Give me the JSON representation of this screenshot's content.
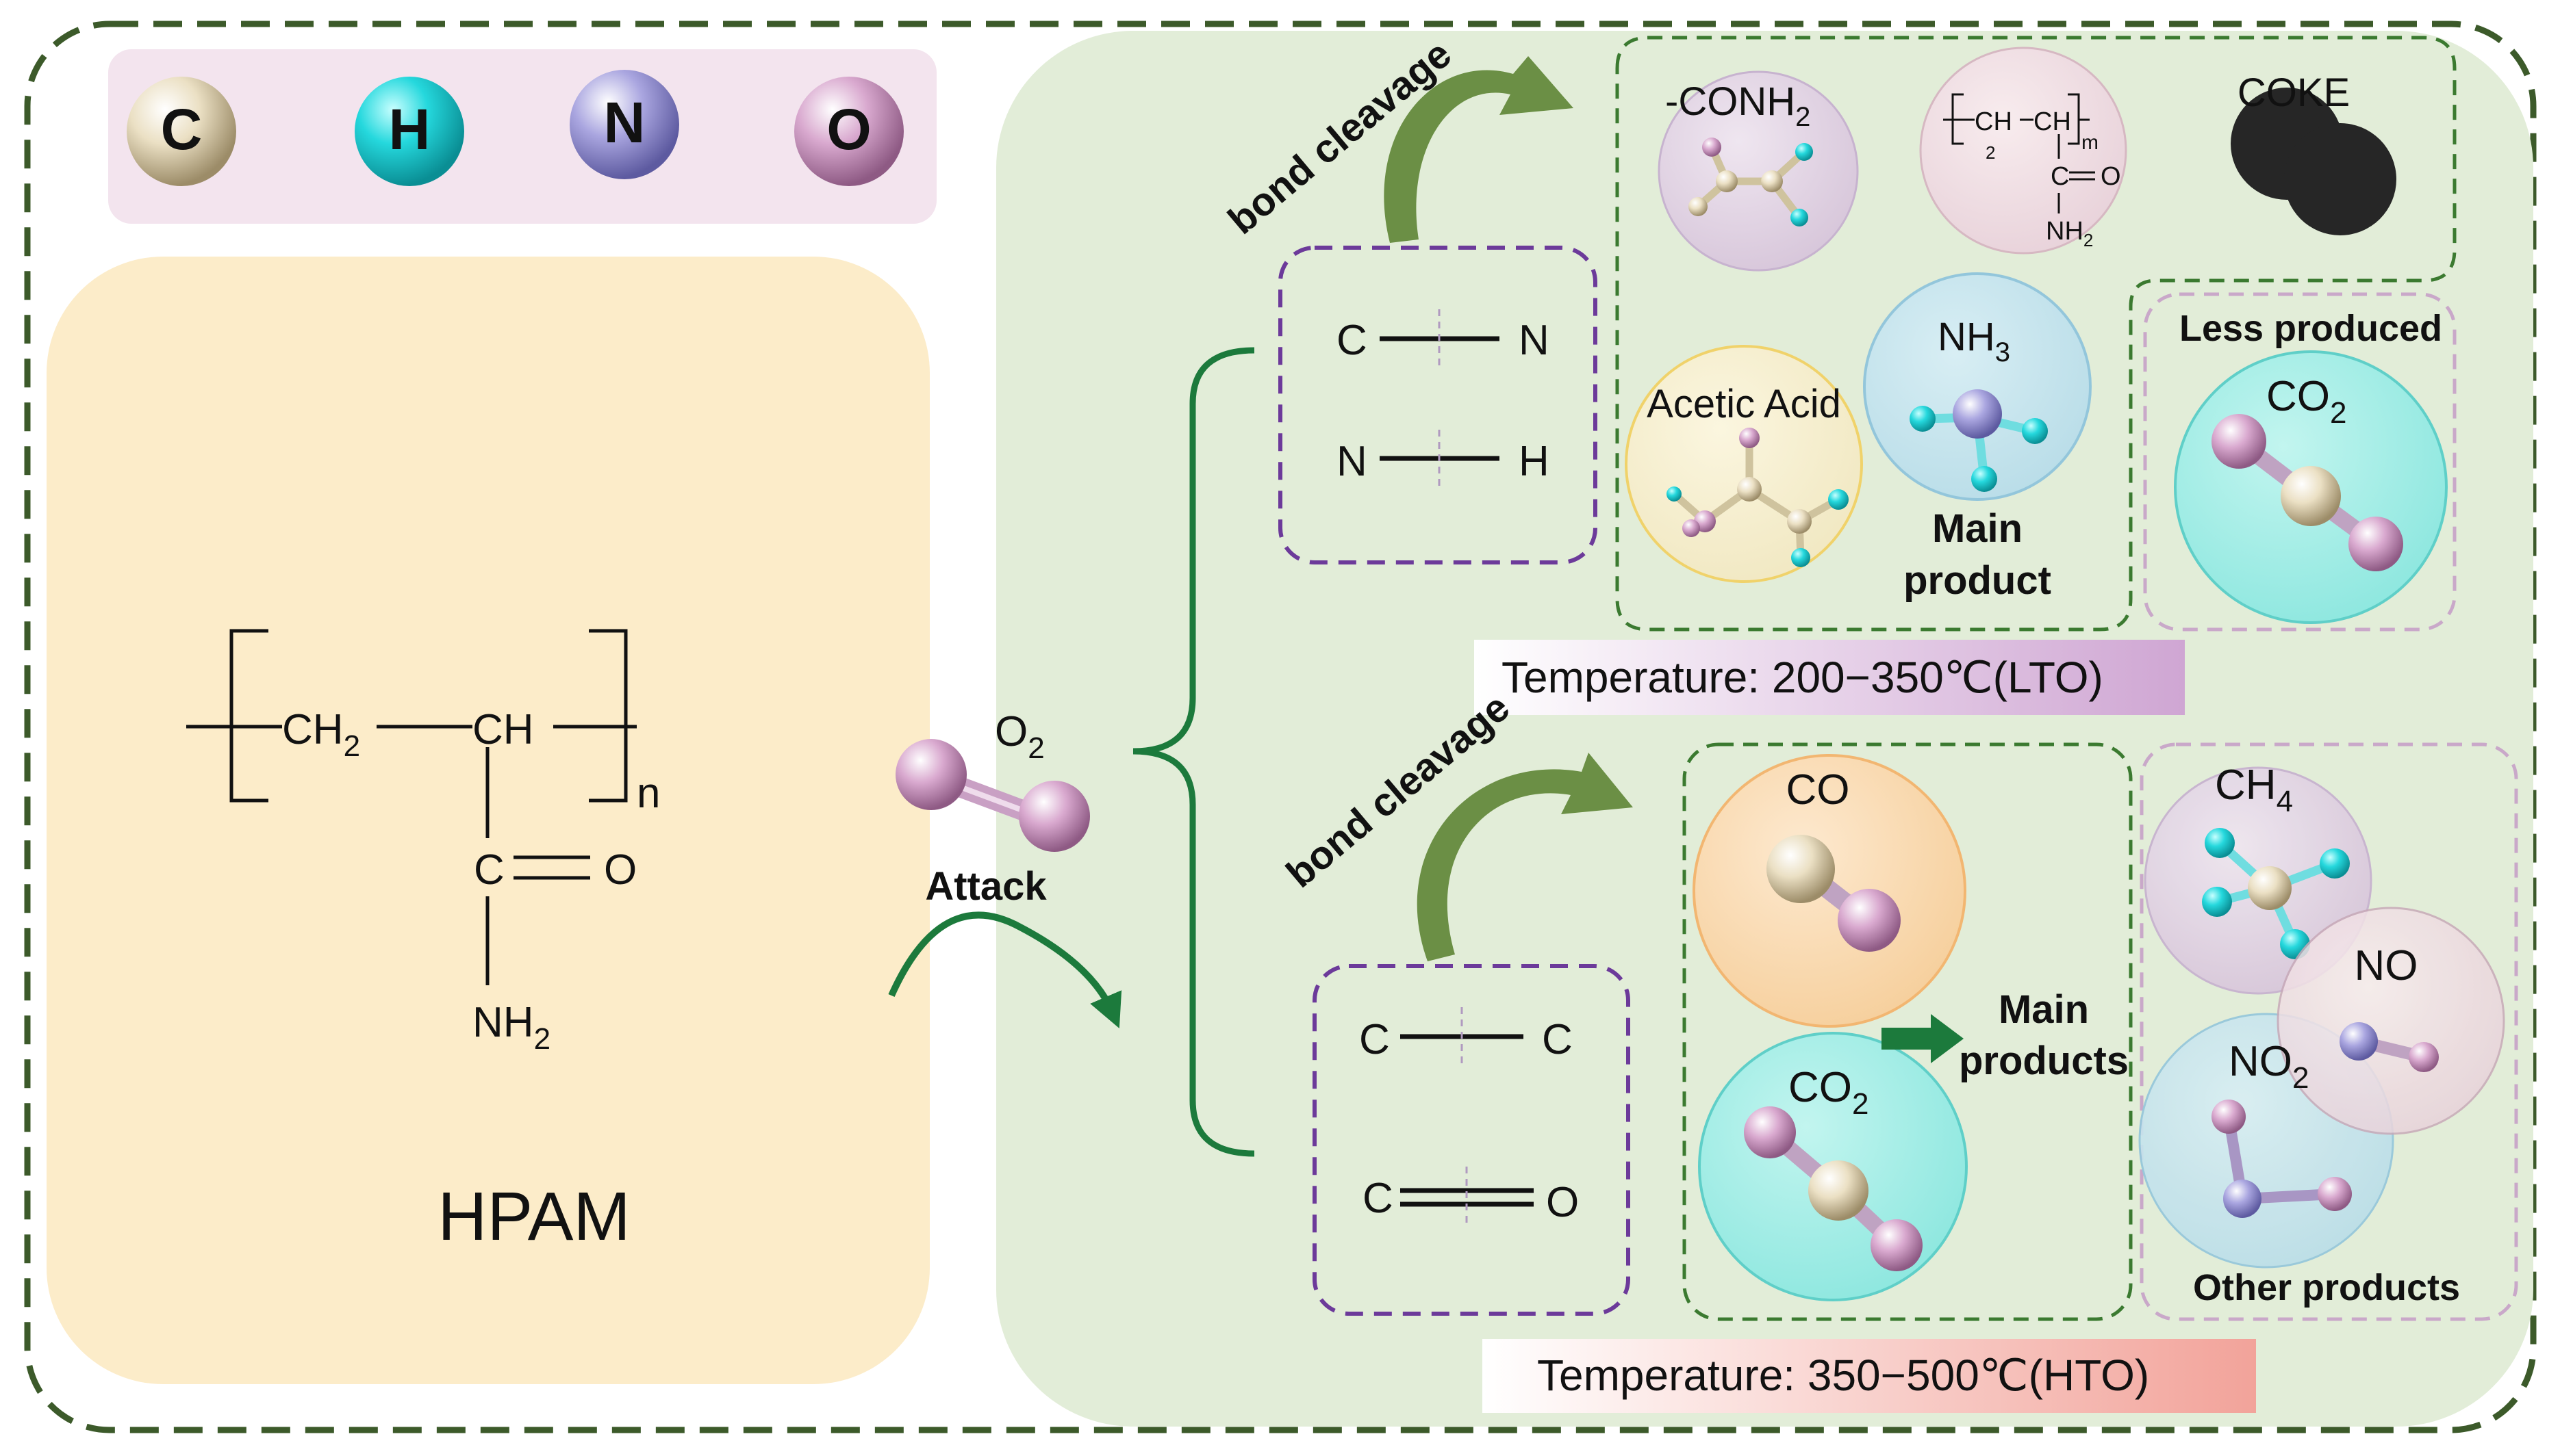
{
  "legend": {
    "atoms": [
      {
        "symbol": "C",
        "color": "#e8dcc0"
      },
      {
        "symbol": "H",
        "color": "#22d3d8"
      },
      {
        "symbol": "N",
        "color": "#a7a3dd"
      },
      {
        "symbol": "O",
        "color": "#e7b8d8"
      }
    ]
  },
  "hpam": {
    "label": "HPAM",
    "ch2": "CH",
    "ch2_sub": "2",
    "ch": "CH",
    "n": "n",
    "c": "C",
    "o": "O",
    "nh2": "NH",
    "nh2_sub": "2"
  },
  "reagent": {
    "o2": "O",
    "o2_sub": "2",
    "attack": "Attack"
  },
  "lto": {
    "bond_cleavage": "bond cleavage",
    "bonds": [
      {
        "a": "C",
        "b": "N"
      },
      {
        "a": "N",
        "b": "H"
      }
    ],
    "conh2": "-CONH",
    "conh2_sub": "2",
    "poly_ch": "CH",
    "poly_ch2_sub": "2",
    "poly_ch_b": "CH",
    "poly_m": "m",
    "poly_c": "C",
    "poly_o": "O",
    "poly_nh2": "NH",
    "poly_nh2_sub": "2",
    "coke": "COKE",
    "acetic_acid": "Acetic Acid",
    "nh3": "NH",
    "nh3_sub": "3",
    "main_product_1": "Main",
    "main_product_2": "product",
    "less_produced": "Less produced",
    "co2": "CO",
    "co2_sub": "2",
    "temperature": "Temperature: 200−350℃(LTO)"
  },
  "hto": {
    "bond_cleavage": "bond cleavage",
    "bonds": [
      {
        "a": "C",
        "b": "C"
      },
      {
        "a": "C",
        "b": "O"
      }
    ],
    "co": "CO",
    "co2": "CO",
    "co2_sub": "2",
    "main_products_1": "Main",
    "main_products_2": "products",
    "ch4": "CH",
    "ch4_sub": "4",
    "no": "NO",
    "no2": "NO",
    "no2_sub": "2",
    "other_products": "Other products",
    "temperature": "Temperature: 350−500℃(HTO)"
  },
  "colors": {
    "outer_border": "#3c5a2a",
    "panel_green": "#e2edd8",
    "hpam_panel": "#fcecc9",
    "legend_panel": "#f3e4ee",
    "arrow_green": "#1c7a3c",
    "purple_dash": "#6c3a9a",
    "green_dash": "#3b7a30",
    "pink_dash": "#c9a8c9"
  }
}
